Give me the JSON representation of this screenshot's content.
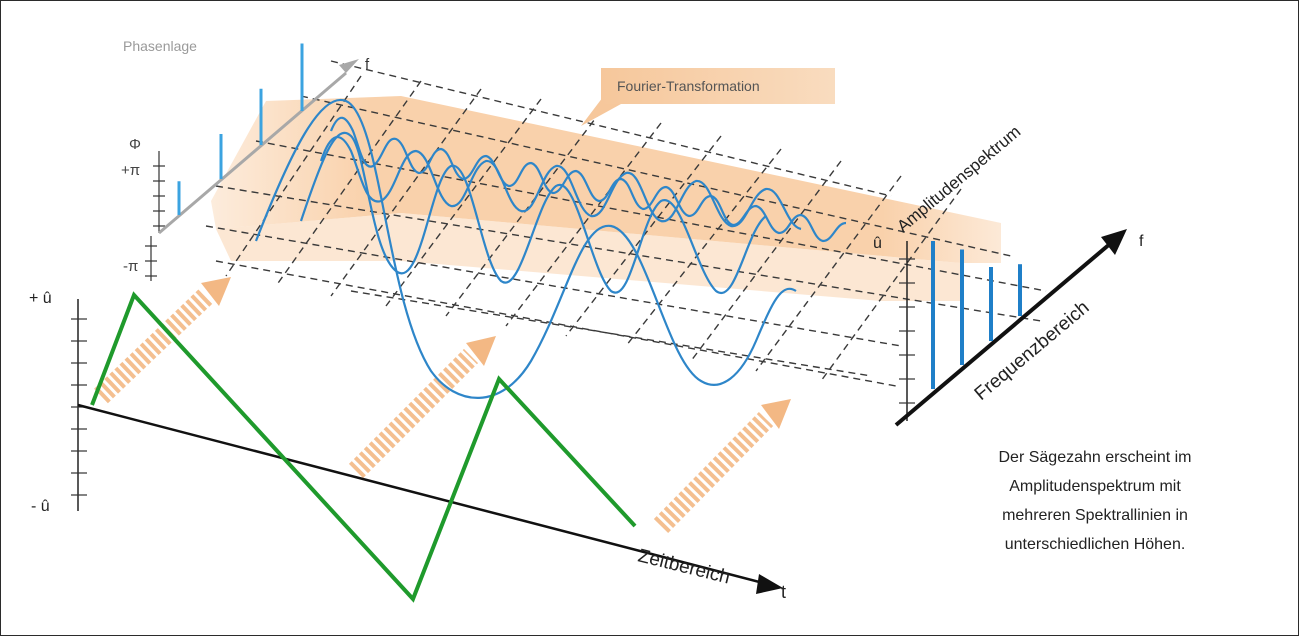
{
  "labels": {
    "phasenlage": "Phasenlage",
    "phase_f": "f",
    "phi": "Φ",
    "plus_pi": "+π",
    "minus_pi": "-π",
    "fourier": "Fourier-Transformation",
    "amplitudenspektrum": "Amplitudenspektrum",
    "u_hat": "û",
    "freq_f": "f",
    "frequenzbereich": "Frequenzbereich",
    "plus_u": "+ û",
    "minus_u": "- û",
    "zeitbereich": "Zeitbereich",
    "time_t": "t"
  },
  "caption": {
    "line1": "Der Sägezahn erscheint im",
    "line2": "Amplitudenspektrum mit",
    "line3": "mehreren Spektrallinien in",
    "line4": "unterschiedlichen Höhen."
  },
  "spectral_lines": [
    1.0,
    0.78,
    0.5,
    0.35
  ],
  "phase_lines": [
    0.45,
    0.6,
    0.75,
    0.9
  ],
  "colors": {
    "wave": "#2e86c9",
    "sawtooth": "#1f9a2c",
    "plane": "#f9d4ae",
    "spectral": "#1f7fc8",
    "phase": "#3ba3e0",
    "arrow": "#f3b884"
  }
}
